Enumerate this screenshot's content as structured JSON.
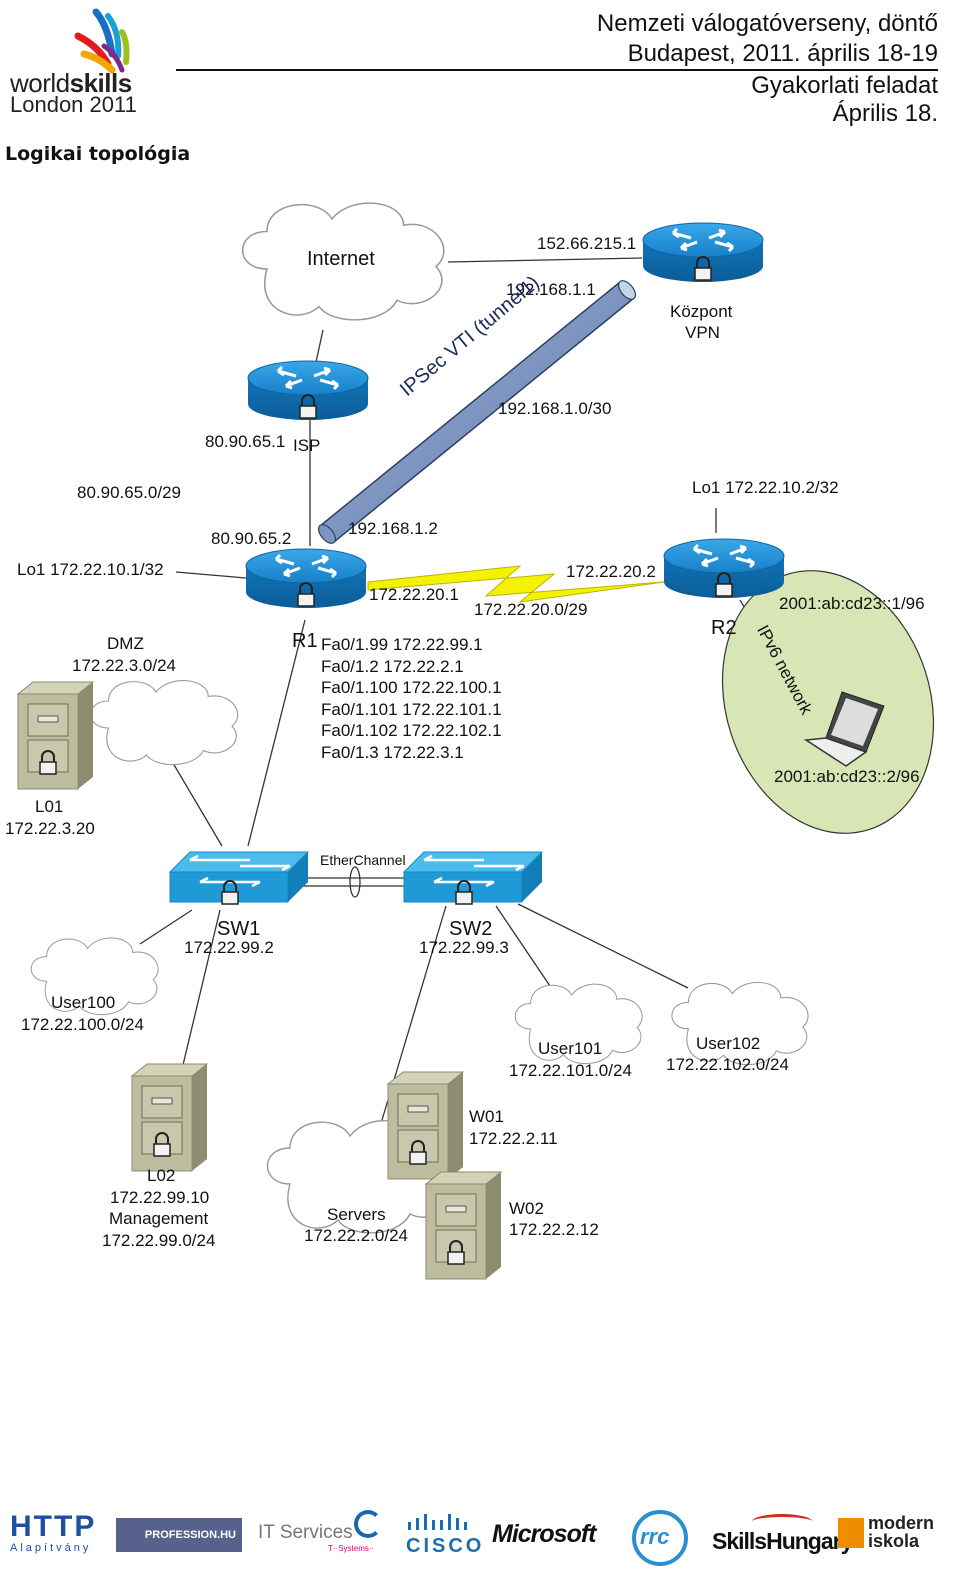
{
  "header": {
    "line1": "Nemzeti válogatóverseny, döntő",
    "line2": "Budapest, 2011. április 18-19",
    "line3": "Gyakorlati feladat",
    "line4": "Április 18."
  },
  "logo": {
    "world": "world",
    "skills": "skills",
    "london": "London 2011"
  },
  "section_title": "Logikai topológia",
  "diagram": {
    "internet": "Internet",
    "kozpont_ip": "152.66.215.1",
    "kozpont_name": "Központ",
    "kozpont_vpn": "VPN",
    "tunnel_ip_top": "192.168.1.1",
    "tunnel_label": "IPSec VTI (tunnel1)",
    "tunnel_net": "192.168.1.0/30",
    "tunnel_ip_bottom": "192.168.1.2",
    "isp_ip": "80.90.65.1",
    "isp_name": "ISP",
    "isp_net": "80.90.65.0/29",
    "r1_wan_ip": "80.90.65.2",
    "r1_lo": "Lo1 172.22.10.1/32",
    "r1_serial_ip": "172.22.20.1",
    "serial_net": "172.22.20.0/29",
    "r2_serial_ip": "172.22.20.2",
    "r2_lo": "Lo1 172.22.10.2/32",
    "r1_name": "R1",
    "r2_name": "R2",
    "ipv6_r2": "2001:ab:cd23::1/96",
    "ipv6_label": "IPv6 network",
    "ipv6_host": "2001:ab:cd23::2/96",
    "r1_ifaces": [
      "Fa0/1.99 172.22.99.1",
      "Fa0/1.2 172.22.2.1",
      "Fa0/1.100 172.22.100.1",
      "Fa0/1.101 172.22.101.1",
      "Fa0/1.102 172.22.102.1",
      "Fa0/1.3 172.22.3.1"
    ],
    "dmz_name": "DMZ",
    "dmz_net": "172.22.3.0/24",
    "l01_name": "L01",
    "l01_ip": "172.22.3.20",
    "etherchannel": "EtherChannel",
    "sw1_name": "SW1",
    "sw1_ip": "172.22.99.2",
    "sw2_name": "SW2",
    "sw2_ip": "172.22.99.3",
    "user100_name": "User100",
    "user100_net": "172.22.100.0/24",
    "l02_name": "L02",
    "l02_ip": "172.22.99.10",
    "mgmt_name": "Management",
    "mgmt_net": "172.22.99.0/24",
    "user101_name": "User101",
    "user101_net": "172.22.101.0/24",
    "user102_name": "User102",
    "user102_net": "172.22.102.0/24",
    "w01_name": "W01",
    "w01_ip": "172.22.2.11",
    "w02_name": "W02",
    "w02_ip": "172.22.2.12",
    "servers_name": "Servers",
    "servers_net": "172.22.2.0/24"
  },
  "sponsors": {
    "http": "HTTP",
    "http_sub": "Alapítvány",
    "profession": "PROFESSION.HU",
    "it_services": "IT Services",
    "tsystems": "T··Systems··",
    "cisco": "CISCO",
    "microsoft": "Microsoft",
    "rrc": "rrc",
    "skills_hungary": "SkillsHungary",
    "modern": "modern",
    "iskola": "iskola"
  },
  "colors": {
    "router_blue": "#1f8fd6",
    "switch_blue": "#29a6e0",
    "server_olive": "#b9b89a",
    "ipv6_green": "#d8e6b6",
    "tunnel_blue": "#8aa3c9",
    "serial_yellow": "#f4f200"
  }
}
